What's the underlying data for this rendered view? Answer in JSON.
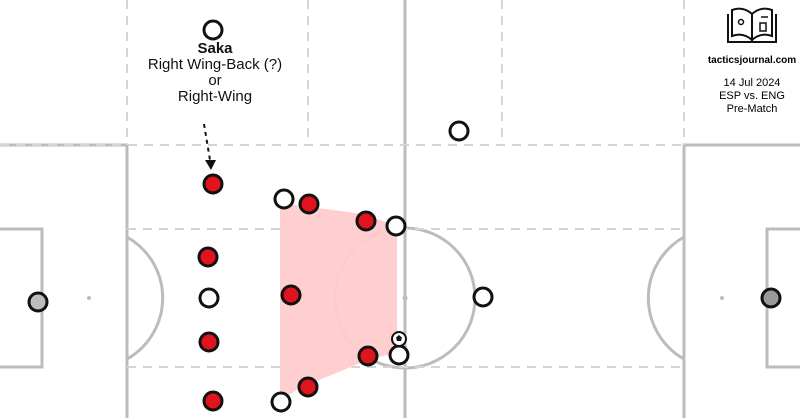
{
  "annotation": {
    "player_name": "Saka",
    "role_line_1": "Right Wing-Back (?)",
    "role_line_2": "or",
    "role_line_3": "Right-Wing"
  },
  "brand": {
    "logo_icon": "open-book-icon",
    "site": "tacticsjournal.com"
  },
  "match": {
    "date": "14 Jul 2024",
    "fixture": "ESP vs. ENG",
    "phase": "Pre-Match"
  },
  "colors": {
    "england_red": "#e0141c",
    "opponent_white": "#ffffff",
    "goalkeeper_grey": "#bdbdbd",
    "highlight_zone": "#ffcccc",
    "pitch_lines": "#b8b8b8"
  }
}
